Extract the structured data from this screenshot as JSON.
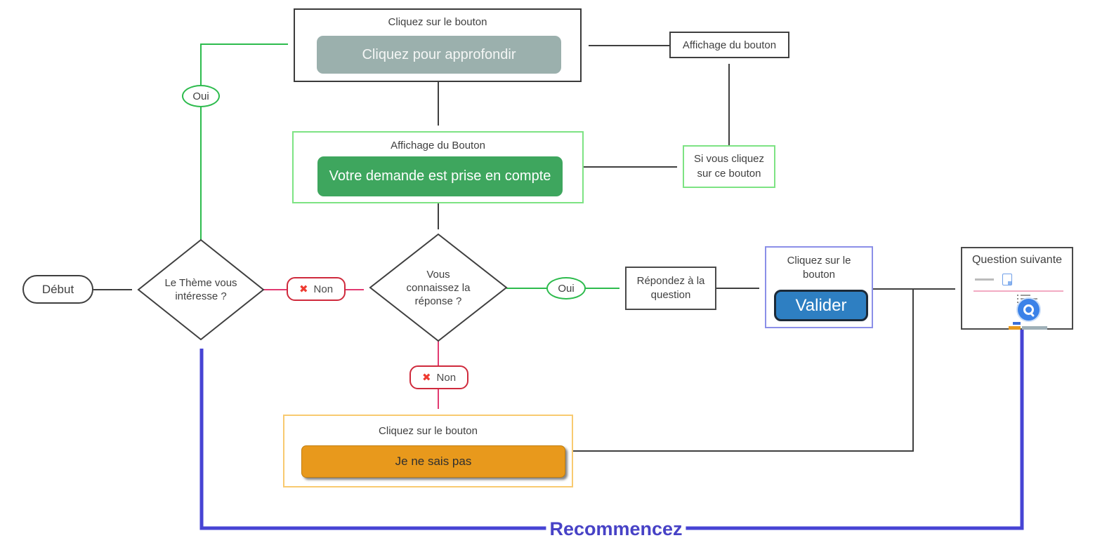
{
  "diagram_title": "Flowchart quiz interaction (French)",
  "nodes": {
    "start": {
      "label": "Début"
    },
    "decision_theme": {
      "label": "Le Thème vous intéresse ?"
    },
    "decision_reponse": {
      "label": "Vous connaissez la réponse ?"
    },
    "box_top": {
      "label": "Cliquez sur le bouton",
      "button": "Cliquez pour approfondir"
    },
    "box_green": {
      "label": "Affichage du Bouton",
      "button": "Votre demande est prise en compte"
    },
    "box_affichage": {
      "label": "Affichage du bouton"
    },
    "box_si_clic": {
      "label": "Si vous cliquez sur ce bouton"
    },
    "repondez": {
      "label": "Répondez à la question"
    },
    "box_valider": {
      "label": "Cliquez sur le bouton",
      "button": "Valider"
    },
    "question_suivante": {
      "label": "Question suivante"
    },
    "box_orange": {
      "label": "Cliquez sur le bouton",
      "button": "Je ne sais pas"
    }
  },
  "edges": {
    "oui_top": "Oui",
    "oui_right": "Oui",
    "non_mid": "Non",
    "non_down": "Non",
    "non_icon": "✖",
    "recommencez": "Recommencez"
  },
  "colors": {
    "line_dark": "#3f3f3f",
    "line_green": "#2dbb4d",
    "line_pink": "#e23a71",
    "line_blue": "#4744d4",
    "border_light_green": "#7de383",
    "border_blue_box": "#8b8fe8",
    "border_orange_box": "#f8ca70",
    "border_non_badge": "#cf2a3c",
    "button_gray": "#9bb0ad",
    "button_green": "#3ea65e",
    "button_blue": "#2e7fc2",
    "button_orange": "#e8991c",
    "recommencez_text": "#4742c6",
    "x_icon": "#ee3b31"
  }
}
